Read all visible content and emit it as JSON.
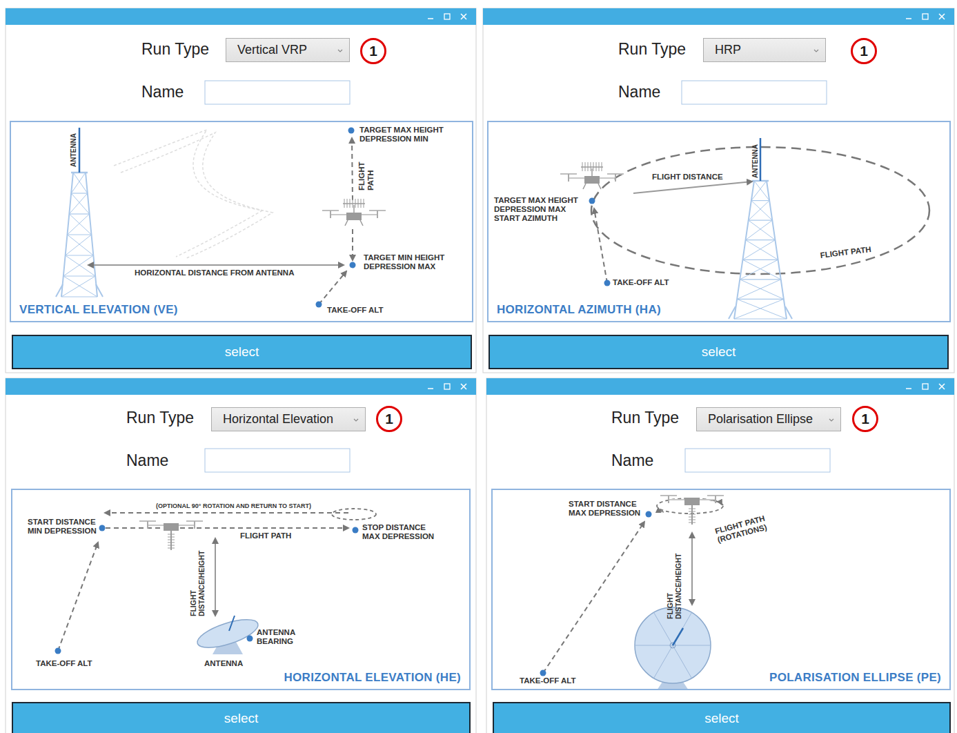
{
  "diagram": {
    "nodes": [
      {
        "text": [
          "Vertical VRP"
        ]
      },
      {
        "text": [
          "1"
        ]
      },
      {
        "text": [
          "VERTICAL ELEVATION (VE)"
        ]
      },
      {
        "text": [
          "select"
        ]
      },
      {
        "text": [
          "HRP"
        ]
      },
      {
        "text": [
          "1"
        ]
      },
      {
        "text": [
          "HORIZONTAL AZIMUTH (HA)"
        ]
      },
      {
        "text": [
          "select"
        ]
      },
      {
        "text": [
          "Horizontal Elevation"
        ]
      },
      {
        "text": [
          "1"
        ]
      },
      {
        "text": [
          "HORIZONTAL ELEVATION (HE)"
        ]
      },
      {
        "text": [
          "select"
        ]
      },
      {
        "text": [
          "Polarisation Ellipse"
        ]
      },
      {
        "text": [
          "1"
        ]
      },
      {
        "text": [
          "POLARISATION ELLIPSE (PE)"
        ]
      },
      {
        "text": [
          "select"
        ]
      }
    ],
    "labels": [
      "Run Type",
      "Name",
      "ANTENNA",
      "TARGET MAX HEIGHT DEPRESSION MIN",
      "FLIGHT PATH",
      "TARGET MIN HEIGHT DEPRESSION MAX",
      "HORIZONTAL DISTANCE FROM ANTENNA",
      "TAKE-OFF ALT",
      "Run Type",
      "Name",
      "ANTENNA",
      "FLIGHT DISTANCE",
      "TARGET MAX HEIGHT DEPRESSION MAX START AZIMUTH",
      "FLIGHT PATH",
      "TAKE-OFF ALT",
      "Run Type",
      "Name",
      "(OPTIONAL 90° ROTATION AND RETURN TO START)",
      "START DISTANCE MIN DEPRESSION",
      "FLIGHT PATH",
      "STOP DISTANCE MAX DEPRESSION",
      "FLIGHT DISTANCE/HEIGHT",
      "ANTENNA BEARING",
      "ANTENNA",
      "TAKE-OFF ALT",
      "Run Type",
      "Name",
      "START DISTANCE MAX DEPRESSION",
      "FLIGHT PATH (ROTATIONS)",
      "FLIGHT DISTANCE/HEIGHT",
      "TAKE-OFF ALT"
    ]
  }
}
